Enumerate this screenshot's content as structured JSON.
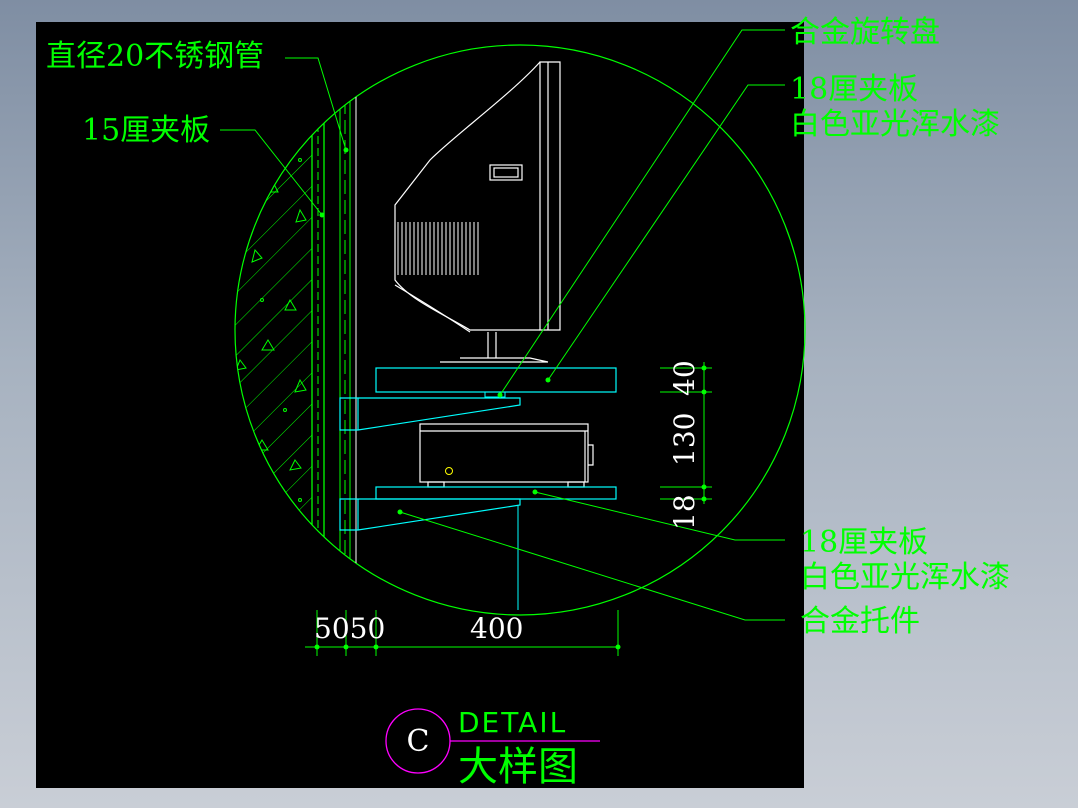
{
  "colors": {
    "background_panel": "#000000",
    "annotation": "#00ff00",
    "geometry": "#ffffff",
    "detail_circle": "#00ff00",
    "fixtures": "#00ffff",
    "title_marker": "#ff00ff",
    "dimension_text": "#ffffff"
  },
  "labels": {
    "steel_pipe": "直径20不锈钢管",
    "plywood_15": "15厘夹板",
    "alloy_turntable": "合金旋转盘",
    "plywood_18_top_line1": "18厘夹板",
    "plywood_18_top_line2": "白色亚光浑水漆",
    "plywood_18_bottom_line1": "18厘夹板",
    "plywood_18_bottom_line2": "白色亚光浑水漆",
    "alloy_bracket": "合金托件"
  },
  "dimensions": {
    "vertical": [
      "40",
      "130",
      "18"
    ],
    "horizontal_left": "5050",
    "horizontal_main": "400"
  },
  "title": {
    "marker_letter": "C",
    "english": "DETAIL",
    "chinese": "大样图"
  }
}
